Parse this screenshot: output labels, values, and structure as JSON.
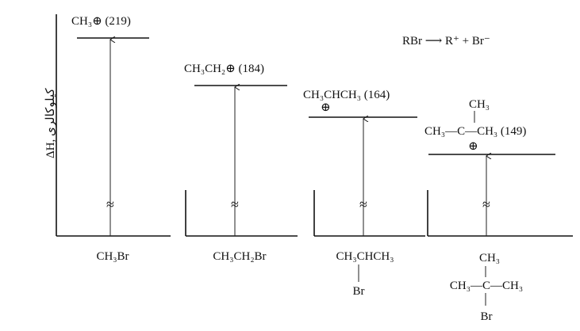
{
  "equation": "RBr ⟶ R⁺ + Br⁻",
  "axis_label": "ΔH, کیلوکالری",
  "break_symbol": "≈",
  "panels": [
    {
      "cation_label": "CH₃⊕ (219)",
      "value": 219,
      "reactant": "CH₃Br"
    },
    {
      "cation_label": "CH₃CH₂⊕ (184)",
      "value": 184,
      "reactant": "CH₃CH₂Br"
    },
    {
      "cation_label": "CH₃CHCH₃ (164)",
      "cation_plus": "⊕",
      "value": 164,
      "reactant": "CH₃CHCH₃",
      "reactant_sub": "Br"
    },
    {
      "cation_top": "CH₃",
      "cation_label": "CH₃—C—CH₃ (149)",
      "cation_plus": "⊕",
      "value": 149,
      "reactant_top": "CH₃",
      "reactant": "CH₃—C—CH₃",
      "reactant_sub": "Br"
    }
  ]
}
